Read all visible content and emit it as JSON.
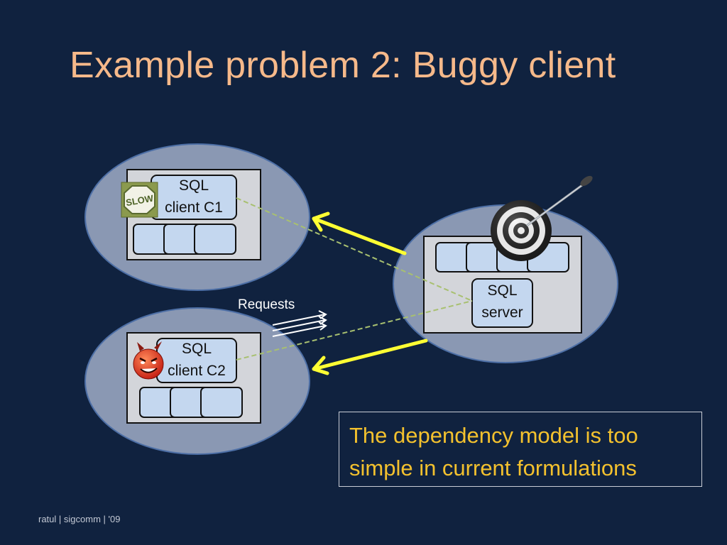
{
  "slide": {
    "title": "Example problem 2: Buggy client",
    "footer": "ratul | sigcomm | '09"
  },
  "diagram": {
    "client1": {
      "line1": "SQL",
      "line2": "client C1",
      "badge": "SLOW",
      "badge_icon": "slow-sign-icon"
    },
    "client2": {
      "line1": "SQL",
      "line2": "client C2",
      "badge_icon": "devil-face-icon"
    },
    "server": {
      "line1": "SQL",
      "line2": "server",
      "badge_icon": "dartboard-target-icon"
    },
    "requests_label": "Requests",
    "note": "The dependency  model is too simple in current formulations"
  },
  "colors": {
    "background": "#10223f",
    "title": "#f6b98a",
    "ellipse_fill": "#8a98b3",
    "box_fill": "#d3d5da",
    "component_fill": "#c4d7ef",
    "arrow": "#ffff33",
    "dependency_line": "#a8c070",
    "note_text": "#f3c12e"
  }
}
